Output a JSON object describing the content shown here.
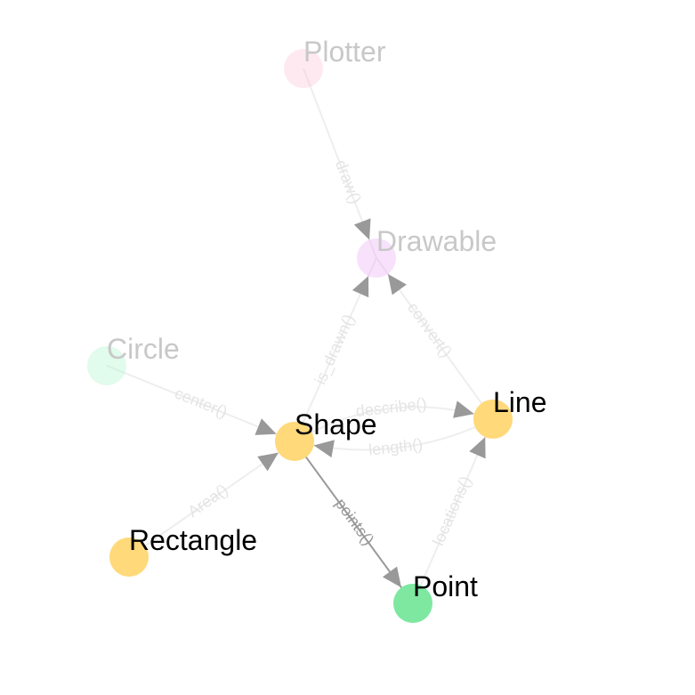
{
  "nodes": [
    {
      "id": "plotter",
      "label": "Plotter",
      "color": "#ffc0d8",
      "faded": true
    },
    {
      "id": "drawable",
      "label": "Drawable",
      "color": "#e8a8f4",
      "faded": true
    },
    {
      "id": "circle",
      "label": "Circle",
      "color": "#a8f4c8",
      "faded": true
    },
    {
      "id": "shape",
      "label": "Shape",
      "color": "#ffd97a",
      "faded": false
    },
    {
      "id": "line",
      "label": "Line",
      "color": "#ffd97a",
      "faded": false
    },
    {
      "id": "rectangle",
      "label": "Rectangle",
      "color": "#ffd97a",
      "faded": false
    },
    {
      "id": "point",
      "label": "Point",
      "color": "#7ee8a0",
      "faded": false
    }
  ],
  "edges": [
    {
      "id": "draw",
      "from": "plotter",
      "to": "drawable",
      "label": "draw()",
      "faded": true
    },
    {
      "id": "is-drawn",
      "from": "shape",
      "to": "drawable",
      "label": "is_drawn()",
      "faded": true
    },
    {
      "id": "convert",
      "from": "line",
      "to": "drawable",
      "label": "convert()",
      "faded": true
    },
    {
      "id": "center",
      "from": "circle",
      "to": "shape",
      "label": "center()",
      "faded": true
    },
    {
      "id": "length",
      "from": "line",
      "to": "shape",
      "label": "length()",
      "faded": true
    },
    {
      "id": "describe",
      "from": "shape",
      "to": "line",
      "label": "describe()",
      "faded": true
    },
    {
      "id": "area",
      "from": "rectangle",
      "to": "shape",
      "label": "Area()",
      "faded": true
    },
    {
      "id": "points",
      "from": "shape",
      "to": "point",
      "label": "points()",
      "faded": false
    },
    {
      "id": "locations",
      "from": "point",
      "to": "line",
      "label": "locations()",
      "faded": true
    }
  ],
  "colors": {
    "edge_active": "#999999",
    "edge_faded": "#eeeeee",
    "edge_label_active": "#999999",
    "edge_label_faded": "#e4e4e4",
    "arrow": "#999999",
    "label_active": "#000000",
    "label_faded": "#c8c8c8"
  }
}
